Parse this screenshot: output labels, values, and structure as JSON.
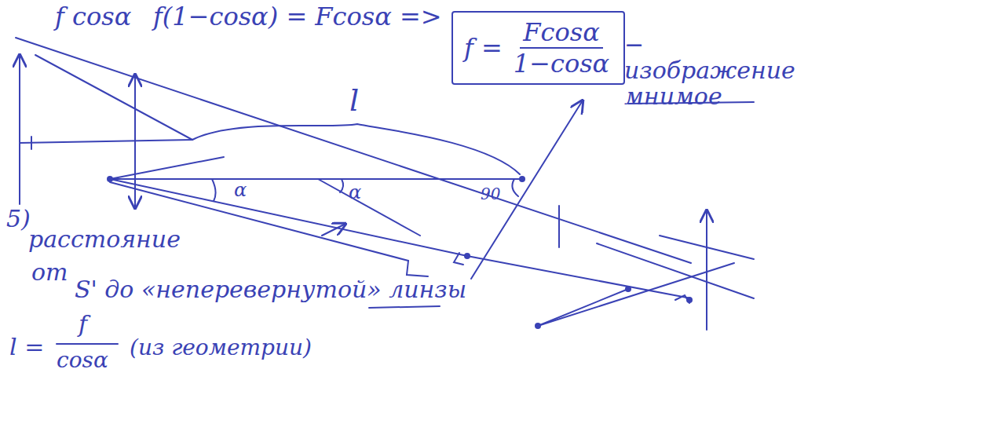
{
  "diagram": {
    "nodes": [
      {
        "text": [
          "f =",
          "Fcosα",
          "1−cosα"
        ]
      }
    ],
    "edges": [],
    "labels": [
      "f cosα",
      "f(1−cosα) = Fcosα =>",
      "− изображение мнимое",
      "l",
      "α",
      "α",
      "90",
      "5)",
      "расстояние",
      "от",
      "S' до «неперевернутой» линзы",
      "l =",
      "f",
      "cosα",
      "(из геометрии)"
    ]
  }
}
